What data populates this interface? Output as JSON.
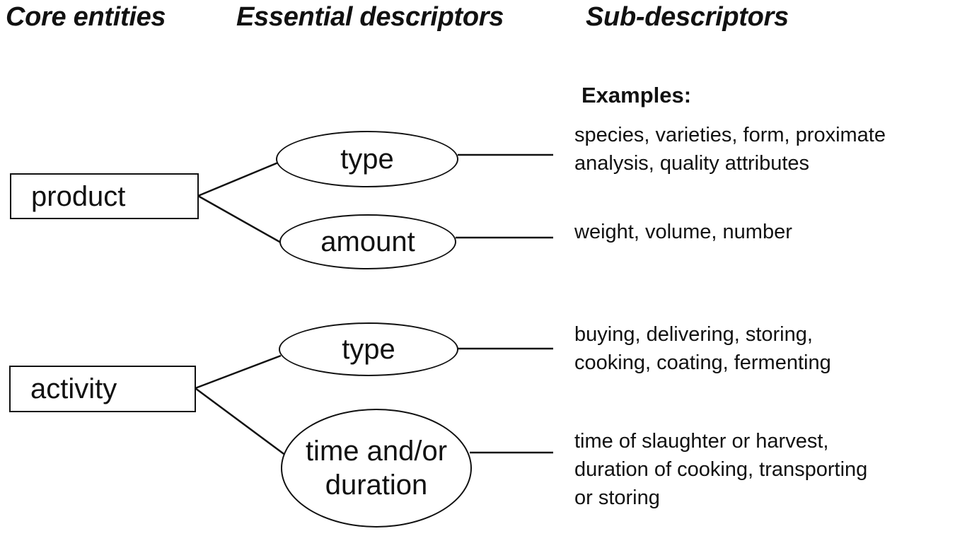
{
  "headers": {
    "core": "Core entities",
    "essential": "Essential descriptors",
    "sub": "Sub-descriptors"
  },
  "examples_title": "Examples:",
  "entities": [
    {
      "label": "product",
      "descriptors": [
        {
          "label": "type",
          "examples": [
            "species, varieties, form, proximate",
            "analysis, quality attributes"
          ]
        },
        {
          "label": "amount",
          "examples": [
            "weight, volume, number"
          ]
        }
      ]
    },
    {
      "label": "activity",
      "descriptors": [
        {
          "label": "type",
          "examples": [
            "buying, delivering, storing,",
            "cooking, coating, fermenting"
          ]
        },
        {
          "label_lines": [
            "time and/or",
            "duration"
          ],
          "examples": [
            "time of slaughter or harvest,",
            "duration of cooking, transporting",
            "or storing"
          ]
        }
      ]
    }
  ]
}
